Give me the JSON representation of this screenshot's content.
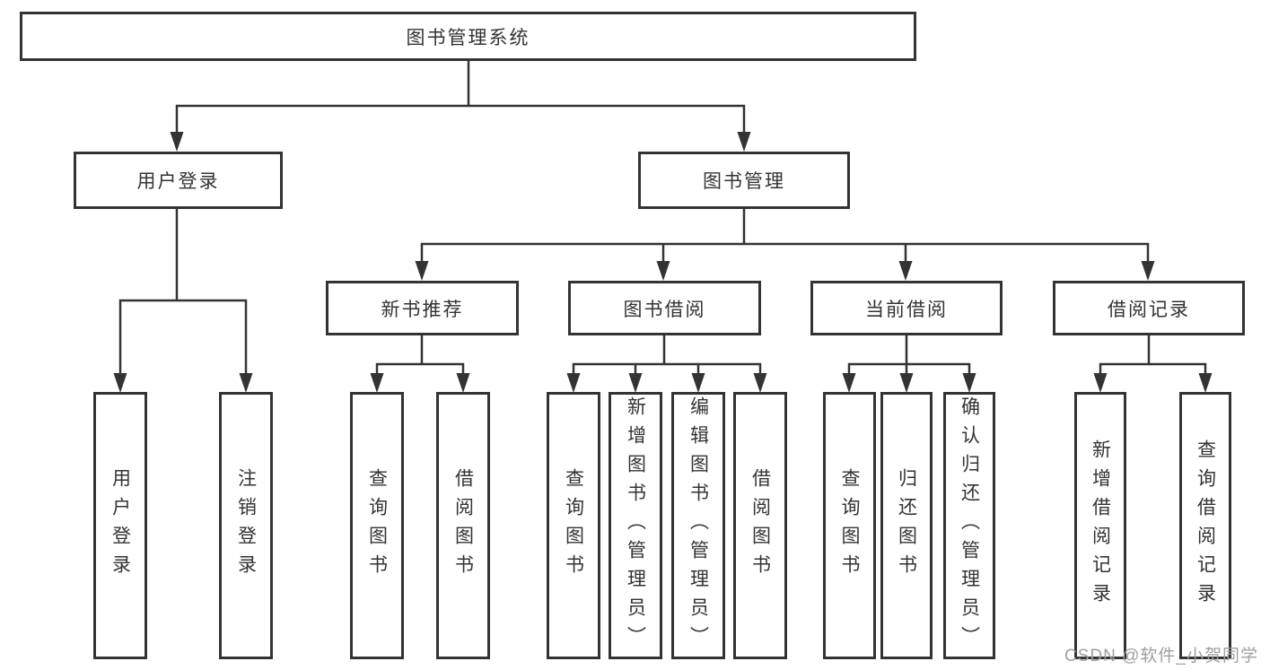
{
  "diagram": {
    "title": "图书管理系统",
    "watermark": "CSDN @软件_小贺同学",
    "colors": {
      "line": "#333333",
      "box_border": "#333333",
      "text": "#333333",
      "watermark": "#9f9f9f",
      "background": "#ffffff"
    },
    "nodes": {
      "root": "图书管理系统",
      "user_login": "用户登录",
      "book_mgmt": "图书管理",
      "new_books": "新书推荐",
      "book_borrow": "图书借阅",
      "current_borrow": "当前借阅",
      "borrow_records": "借阅记录",
      "user_login_children": [
        "用户登录",
        "注销登录"
      ],
      "new_books_children": [
        "查询图书",
        "借阅图书"
      ],
      "book_borrow_children": [
        "查询图书",
        "新增图书（管理员）",
        "编辑图书（管理员）",
        "借阅图书"
      ],
      "current_borrow_children": [
        "查询图书",
        "归还图书",
        "确认归还（管理员）"
      ],
      "borrow_records_children": [
        "新增借阅记录",
        "查询借阅记录"
      ]
    }
  }
}
